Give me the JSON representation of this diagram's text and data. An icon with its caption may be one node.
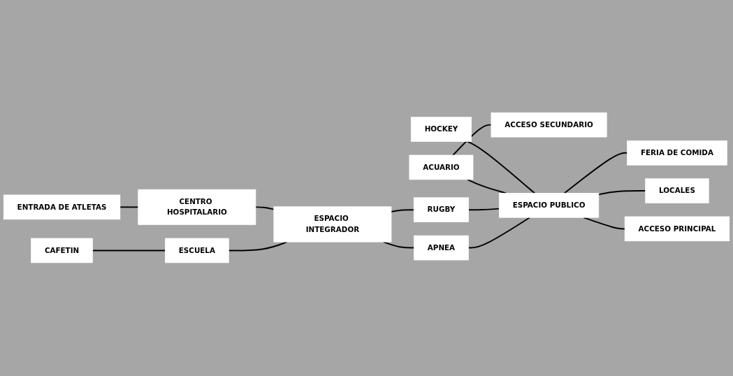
{
  "diagram": {
    "nodes": [
      {
        "text": [
          "CAFETIN"
        ]
      },
      {
        "text": [
          "ESCUELA"
        ]
      },
      {
        "text": [
          "ENTRADA DE ATLETAS"
        ]
      },
      {
        "text": [
          "CENTRO HOSPITALARIO"
        ]
      },
      {
        "text": [
          "ESPACIO INTEGRADOR"
        ]
      },
      {
        "text": [
          "RUGBY"
        ]
      },
      {
        "text": [
          "APNEA"
        ]
      },
      {
        "text": [
          "ACUARIO"
        ]
      },
      {
        "text": [
          "ACCESO SECUNDARIO"
        ]
      },
      {
        "text": [
          "HOCKEY"
        ]
      },
      {
        "text": [
          "ESPACIO PUBLICO"
        ]
      },
      {
        "text": [
          "FERIA DE COMIDA"
        ]
      },
      {
        "text": [
          "LOCALES"
        ]
      },
      {
        "text": [
          "ACCESO PRINCIPAL"
        ]
      }
    ],
    "edges": [
      {
        "from": 0,
        "to": 1,
        "arrow": "none"
      },
      {
        "from": 1,
        "to": 4,
        "arrow": "none"
      },
      {
        "from": 2,
        "to": 3,
        "arrow": "none"
      },
      {
        "from": 3,
        "to": 4,
        "arrow": "none"
      },
      {
        "from": 4,
        "to": 5,
        "arrow": "none"
      },
      {
        "from": 4,
        "to": 6,
        "arrow": "none"
      },
      {
        "from": 6,
        "to": 10,
        "arrow": "none"
      },
      {
        "from": 5,
        "to": 10,
        "arrow": "none"
      },
      {
        "from": 7,
        "to": 8,
        "arrow": "none"
      },
      {
        "from": 7,
        "to": 10,
        "arrow": "none"
      },
      {
        "from": 9,
        "to": 10,
        "arrow": "none"
      },
      {
        "from": 10,
        "to": 11,
        "arrow": "none"
      },
      {
        "from": 10,
        "to": 12,
        "arrow": "none"
      },
      {
        "from": 10,
        "to": 13,
        "arrow": "none"
      }
    ]
  }
}
